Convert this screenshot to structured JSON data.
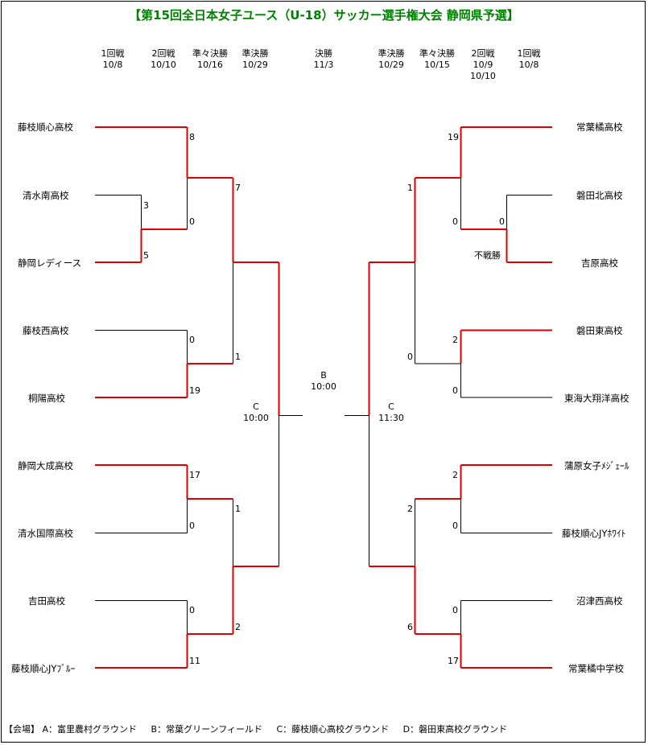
{
  "title": "【第15回全日本女子ユース（U-18）サッカー選手権大会 静岡県予選】",
  "colors": {
    "title": "#008000",
    "winner_line": "#e00000",
    "line": "#000000"
  },
  "rounds_left": [
    {
      "name": "1回戦",
      "date": "10/8"
    },
    {
      "name": "2回戦",
      "date": "10/10"
    },
    {
      "name": "準々決勝",
      "date": "10/16"
    },
    {
      "name": "準決勝",
      "date": "10/29"
    }
  ],
  "final_round": {
    "name": "決勝",
    "date": "11/3"
  },
  "rounds_right": [
    {
      "name": "準決勝",
      "date": "10/29"
    },
    {
      "name": "準々決勝",
      "date": "10/15"
    },
    {
      "name": "2回戦",
      "date": "10/9",
      "date2": "10/10"
    },
    {
      "name": "1回戦",
      "date": "10/8"
    }
  ],
  "teams_left": [
    "藤枝順心高校",
    "清水南高校",
    "静岡レディース",
    "藤枝西高校",
    "桐陽高校",
    "静岡大成高校",
    "清水国際高校",
    "吉田高校",
    "藤枝順心JYﾌﾞﾙｰ"
  ],
  "teams_right": [
    "常葉橘高校",
    "磐田北高校",
    "吉原高校",
    "磐田東高校",
    "東海大翔洋高校",
    "蒲原女子ﾒｼﾞｪｰﾙ",
    "藤枝順心JYﾎﾜｲﾄ",
    "沼津西高校",
    "常葉橘中学校"
  ],
  "scores_left": {
    "r1": [
      "3",
      "5"
    ],
    "r2a": [
      "8",
      "0"
    ],
    "r2b": [
      "0",
      "19"
    ],
    "r2c": [
      "17",
      "0"
    ],
    "r2d": [
      "0",
      "11"
    ],
    "qf1": [
      "7",
      "1"
    ],
    "qf2": [
      "1",
      "2"
    ]
  },
  "scores_right": {
    "r1": [
      "0",
      "不戦勝"
    ],
    "r2a": [
      "19",
      "0"
    ],
    "r2b": [
      "2",
      "0"
    ],
    "r2c": [
      "2",
      "0"
    ],
    "r2d": [
      "0",
      "17"
    ],
    "qf1": [
      "1",
      "0"
    ],
    "qf2": [
      "2",
      "6"
    ]
  },
  "venues": {
    "sf_left": {
      "venue": "C",
      "time": "10:00"
    },
    "final": {
      "venue": "B",
      "time": "10:00"
    },
    "sf_right": {
      "venue": "C",
      "time": "11:30"
    }
  },
  "venue_list": [
    "【会場】 A：富里農村グラウンド",
    "B：常葉グリーンフィールド",
    "C：藤枝順心高校グラウンド",
    "D：磐田東高校グラウンド"
  ]
}
